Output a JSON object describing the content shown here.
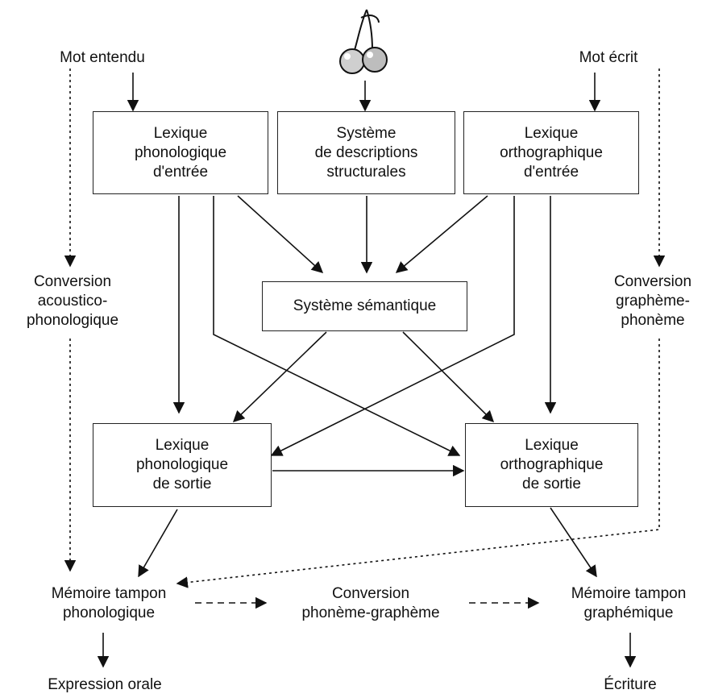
{
  "inputs": {
    "heard_word": "Mot entendu",
    "written_word": "Mot écrit"
  },
  "boxes": {
    "phon_input_lexicon": "Lexique\nphonologique\nd'entrée",
    "structural_system": "Système\nde descriptions\nstructurales",
    "ortho_input_lexicon": "Lexique\northographique\nd'entrée",
    "semantic_system": "Système sémantique",
    "phon_output_lexicon": "Lexique\nphonologique\nde sortie",
    "ortho_output_lexicon": "Lexique\northographique\nde sortie"
  },
  "conversions": {
    "acoustic_phonological": "Conversion\nacoustico-\nphonologique",
    "grapheme_phoneme": "Conversion\ngraphème-\nphonème",
    "phoneme_grapheme": "Conversion\nphonème-graphème"
  },
  "buffers": {
    "phonological": "Mémoire tampon\nphonologique",
    "graphemic": "Mémoire tampon\ngraphémique"
  },
  "outputs": {
    "oral": "Expression orale",
    "writing": "Écriture"
  },
  "image_icon": "cherries-icon"
}
